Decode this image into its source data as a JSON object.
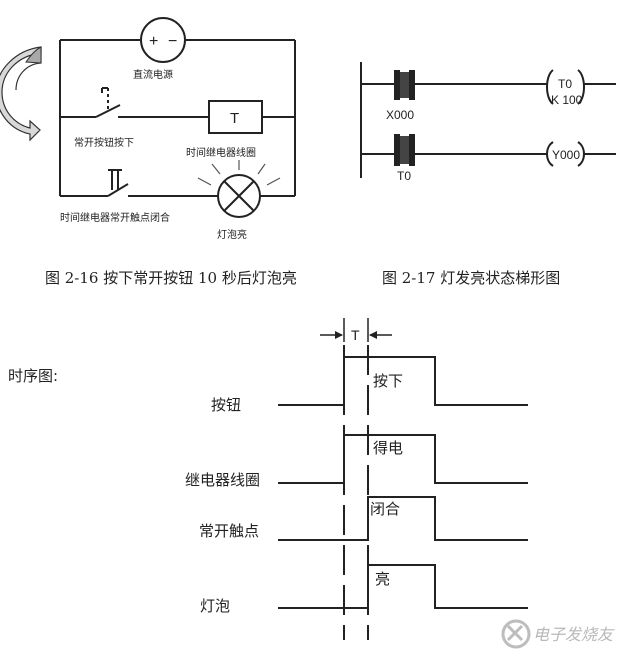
{
  "circuit": {
    "dc_power_label": "直流电源",
    "power_plus": "+",
    "power_minus": "−",
    "button_label": "常开按钮按下",
    "coil_label": "时间继电器线圈",
    "coil_symbol": "T",
    "contact_label": "时间继电器常开触点闭合",
    "lamp_label": "灯泡亮"
  },
  "ladder": {
    "input_contact": "X000",
    "timer_contact": "T0",
    "timer_coil": "T0",
    "timer_setting": "K 100",
    "output_coil": "Y000"
  },
  "captions": {
    "fig16": "图 2-16  按下常开按钮 10 秒后灯泡亮",
    "fig17": "图 2-17   灯发亮状态梯形图"
  },
  "timing": {
    "title": "时序图:",
    "delay_label": "T",
    "signals": [
      {
        "name": "按钮",
        "high_label": "按下"
      },
      {
        "name": "继电器线圈",
        "high_label": "得电"
      },
      {
        "name": "常开触点",
        "high_label": "闭合"
      },
      {
        "name": "灯泡",
        "high_label": "亮"
      }
    ]
  },
  "watermark": "电子发烧友"
}
